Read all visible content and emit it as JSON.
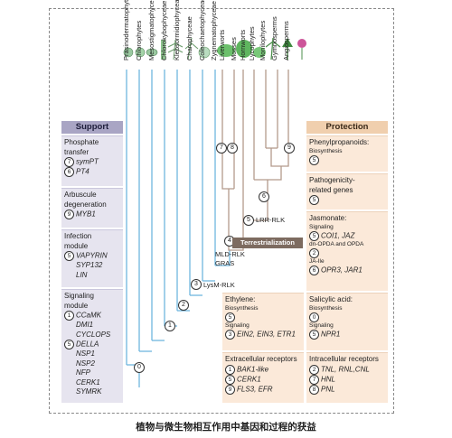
{
  "caption": "植物与微生物相互作用中基因和过程的获益",
  "taxa": [
    "Prasinodermatophyta",
    "Chlorophytes",
    "Mesostigmatophyceae",
    "Chlorokybophyceae",
    "Klebsormidiophyceae",
    "Charophyceae",
    "Coleochaetophyceae",
    "Zygnematophyceae",
    "Liverworts",
    "Mosses",
    "Hornworts",
    "Lycophytes",
    "Monilophytes",
    "Gymnosperms",
    "Angiosperms"
  ],
  "tree_numbers": {
    "liverworts": "7",
    "mosses": "8",
    "gymno": "9"
  },
  "nodes": {
    "n0": "0",
    "n1": "1",
    "n2": "2",
    "n3": "3",
    "n3_label": "LysM-RLK",
    "n4": "4",
    "n4_label": "MLD-RLK",
    "n4_label2": "GRAS",
    "n5": "5",
    "n5_label": "LRR-RLK",
    "n6": "6",
    "terrestrialization": "Terrestrialization"
  },
  "support": {
    "header": "Support",
    "phosphate": {
      "title1": "Phosphate",
      "title2": "transfer",
      "r1n": "7",
      "r1": "symPT",
      "r2n": "6",
      "r2": "PT4"
    },
    "arbuscule": {
      "title1": "Arbuscule",
      "title2": "degeneration",
      "r1n": "9",
      "r1": "MYB1"
    },
    "infection": {
      "title1": "Infection",
      "title2": "module",
      "r1n": "5",
      "r1": "VAPYRIN",
      "r2": "SYP132",
      "r3": "LIN"
    },
    "signaling": {
      "title1": "Signaling",
      "title2": "module",
      "r1n": "1",
      "r1": "CCaMK",
      "r2": "DMI1",
      "r3": "CYCLOPS",
      "r4n": "5",
      "r4": "DELLA",
      "r5": "NSP1",
      "r6": "NSP2",
      "r7": "NFP",
      "r8": "CERK1",
      "r9": "SYMRK"
    }
  },
  "protection": {
    "header": "Protection",
    "phenyl": {
      "title": "Phenylpropanoids:",
      "sub": "Biosynthesis",
      "n": "5"
    },
    "patho": {
      "title1": "Pathogenicity-",
      "title2": "related genes",
      "n": "5"
    },
    "jasmonate": {
      "title": "Jasmonate:",
      "sub": "Signaling",
      "r1n": "5",
      "r1": "COI1, JAZ",
      "sub2": "dn-OPDA and OPDA",
      "r2n": "2",
      "sub3": "JA-Ile",
      "r3n": "6",
      "r3": "OPR3, JAR1"
    },
    "ethylene": {
      "title": "Ethylene:",
      "sub": "Biosynthesis",
      "r1n": "5",
      "sub2": "Signaling",
      "r2n": "3",
      "r2": "EIN2, EIN3, ETR1"
    },
    "salicylic": {
      "title": "Salicylic acid:",
      "sub": "Biosynthesis",
      "r1n": "0",
      "sub2": "Signaling",
      "r2n": "5",
      "r2": "NPR1"
    },
    "extracellular": {
      "title": "Extracellular receptors",
      "r1n": "1",
      "r1": "BAK1-like",
      "r2n": "5",
      "r2": "CERK1",
      "r3n": "9",
      "r3": "FLS3, EFR"
    },
    "intracellular": {
      "title": "Intracellular receptors",
      "r1n": "2",
      "r1": "TNL, RNL,CNL",
      "r2n": "7",
      "r2": "HNL",
      "r3n": "8",
      "r3": "PNL"
    }
  },
  "colors": {
    "support_header": "#a9a5c4",
    "support_box": "#e6e4ef",
    "protection_header": "#f0cfae",
    "protection_box": "#fbe9d9",
    "tree_blue": "#6fb6df",
    "tree_brown": "#b39a8c",
    "terrestrialization": "#7d6b60"
  }
}
